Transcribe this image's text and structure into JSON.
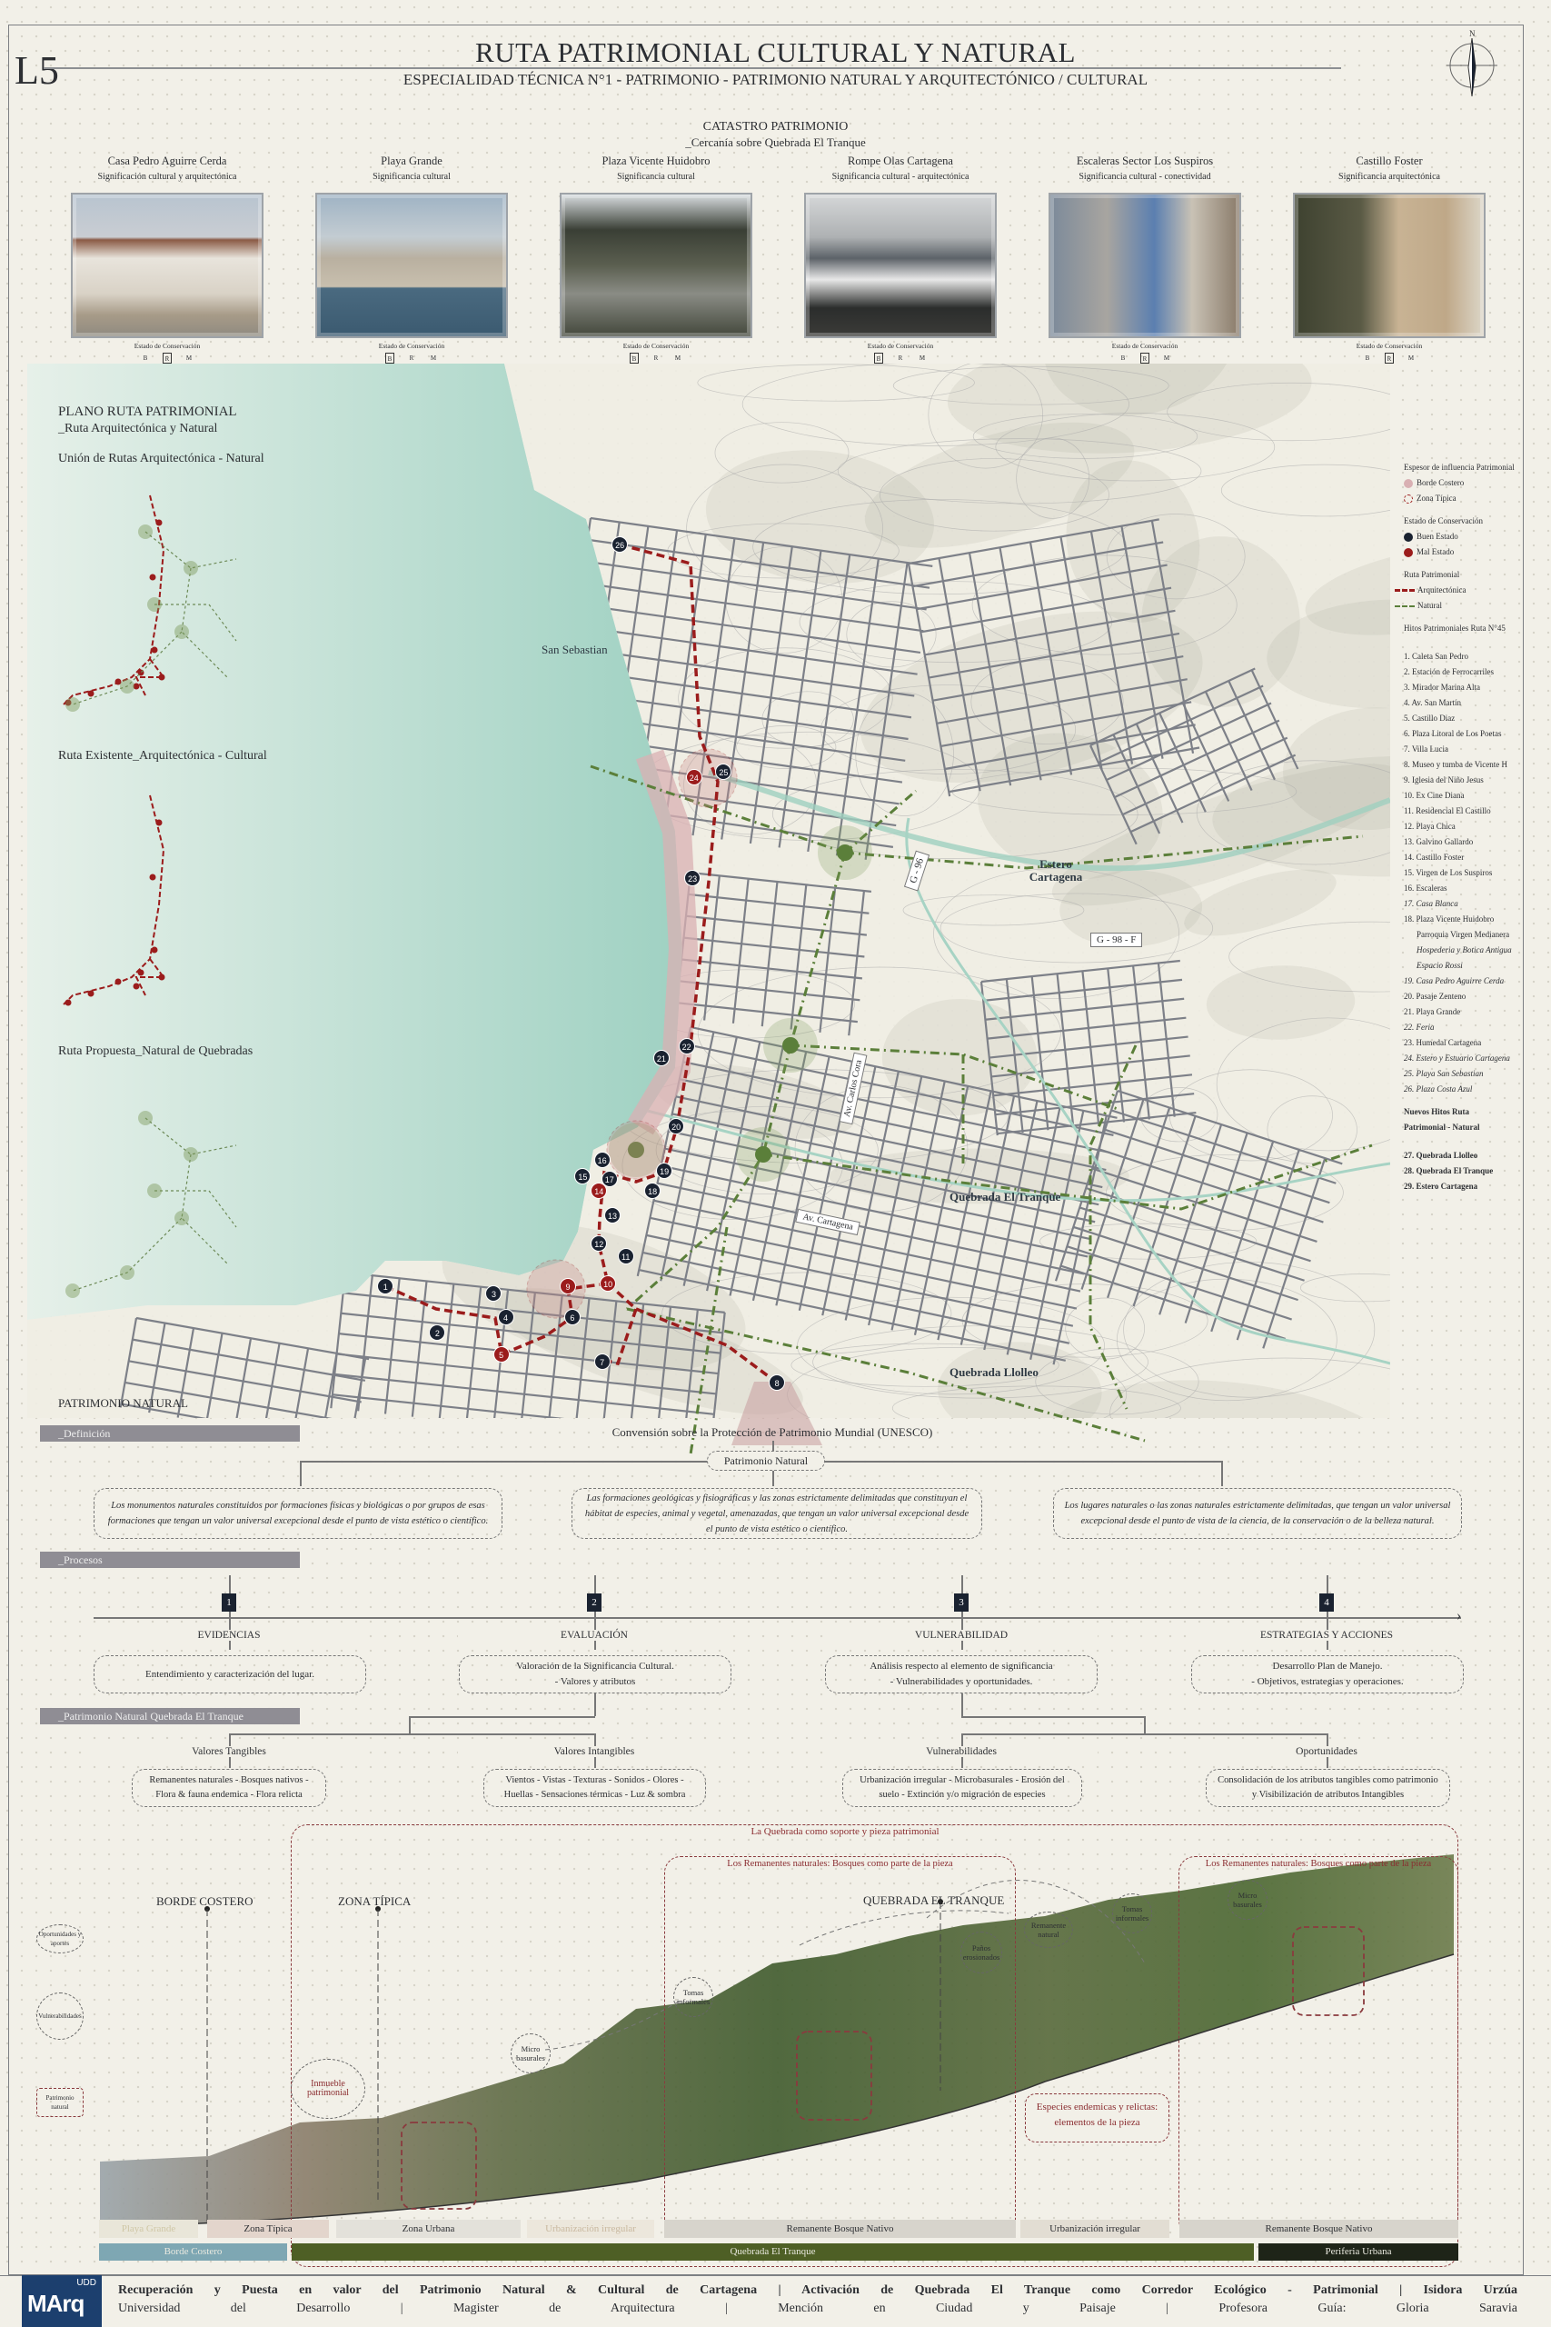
{
  "header": {
    "code": "L5",
    "title": "RUTA PATRIMONIAL CULTURAL Y NATURAL",
    "subtitle": "ESPECIALIDAD TÉCNICA N°1 - PATRIMONIO - PATRIMONIO NATURAL Y ARQUITECTÓNICO / CULTURAL",
    "north": "N"
  },
  "catastro": {
    "title": "CATASTRO PATRIMONIO",
    "subtitle": "_Cercanía sobre Quebrada El Tranque",
    "estado_label": "Estado de Conservación",
    "scale": [
      "B",
      "R",
      "M"
    ],
    "items": [
      {
        "name": "Casa Pedro Aguirre Cerda",
        "sig": "Significación cultural y arquitectónica",
        "estado": "R"
      },
      {
        "name": "Playa Grande",
        "sig": "Significancia cultural",
        "estado": "B"
      },
      {
        "name": "Plaza Vicente Huidobro",
        "sig": "Significancia cultural",
        "estado": "B"
      },
      {
        "name": "Rompe Olas Cartagena",
        "sig": "Significancia cultural - arquitectónica",
        "estado": "B"
      },
      {
        "name": "Escaleras Sector Los Suspiros",
        "sig": "Significancia cultural - conectividad",
        "estado": "R"
      },
      {
        "name": "Castillo Foster",
        "sig": "Significancia arquitectónica",
        "estado": "R"
      }
    ]
  },
  "plano": {
    "title": "PLANO RUTA PATRIMONIAL",
    "subtitle": "_Ruta Arquitectónica y Natural",
    "mini": [
      "Unión de Rutas Arquitectónica - Natural",
      "Ruta Existente_Arquitectónica - Cultural",
      "Ruta Propuesta_Natural de Quebradas"
    ]
  },
  "map": {
    "labels": {
      "san_sebastian": "San Sebastian",
      "estero": "Estero Cartagena",
      "tranque": "Quebrada El Tranque",
      "llolleo": "Quebrada Llolleo"
    },
    "roads": {
      "g96": "G - 96",
      "g98f": "G - 98 - F",
      "cora": "Av. Carlos Cora",
      "cartagena": "Av. Cartagena"
    },
    "markers": [
      {
        "n": "1",
        "state": "buen"
      },
      {
        "n": "2",
        "state": "buen"
      },
      {
        "n": "3",
        "state": "buen"
      },
      {
        "n": "4",
        "state": "buen"
      },
      {
        "n": "5",
        "state": "mal"
      },
      {
        "n": "6",
        "state": "buen"
      },
      {
        "n": "7",
        "state": "buen"
      },
      {
        "n": "8",
        "state": "buen"
      },
      {
        "n": "9",
        "state": "mal"
      },
      {
        "n": "10",
        "state": "mal"
      },
      {
        "n": "11",
        "state": "buen"
      },
      {
        "n": "12",
        "state": "buen"
      },
      {
        "n": "13",
        "state": "buen"
      },
      {
        "n": "14",
        "state": "mal"
      },
      {
        "n": "15",
        "state": "buen"
      },
      {
        "n": "16",
        "state": "buen"
      },
      {
        "n": "17",
        "state": "buen"
      },
      {
        "n": "18",
        "state": "buen"
      },
      {
        "n": "19",
        "state": "buen"
      },
      {
        "n": "20",
        "state": "buen"
      },
      {
        "n": "21",
        "state": "buen"
      },
      {
        "n": "22",
        "state": "buen"
      },
      {
        "n": "23",
        "state": "buen"
      },
      {
        "n": "24",
        "state": "mal"
      },
      {
        "n": "25",
        "state": "buen"
      },
      {
        "n": "26",
        "state": "buen"
      }
    ]
  },
  "legend": {
    "espesor": "Espesor de influencia Patrimonial",
    "borde": "Borde Costero",
    "zona": "Zona Típica",
    "estado": "Estado de Conservación",
    "buen": "Buen Estado",
    "mal": "Mal Estado",
    "ruta": "Ruta Patrimonial",
    "arq": "Arquitectónica",
    "nat": "Natural",
    "hitos_title": "Hitos Patrimoniales Ruta N°45",
    "hitos": [
      {
        "t": "1. Caleta San Pedro"
      },
      {
        "t": "2. Estación de Ferrocarriles"
      },
      {
        "t": "3. Mirador Marina Alta"
      },
      {
        "t": "4. Av. San Martín"
      },
      {
        "t": "5. Castillo Diaz"
      },
      {
        "t": "6. Plaza Litoral de Los Poetas"
      },
      {
        "t": "7. Villa Lucia"
      },
      {
        "t": "8. Museo y tumba de Vicente H"
      },
      {
        "t": "9. Iglesia del Niño Jesus"
      },
      {
        "t": "10. Ex Cine Diana"
      },
      {
        "t": "11. Residencial El Castillo"
      },
      {
        "t": "12. Playa Chica"
      },
      {
        "t": "13. Galvino Gallardo"
      },
      {
        "t": "14. Castillo Foster"
      },
      {
        "t": "15. Virgen de Los Suspiros"
      },
      {
        "t": "16. Escaleras"
      },
      {
        "t": "17. Casa Blanca",
        "i": true
      },
      {
        "t": "18. Plaza Vicente Huidobro"
      },
      {
        "t": "Parroquia Virgen Medianera",
        "sub": true
      },
      {
        "t": "Hospederia y Botica Antigua",
        "sub": true,
        "i": true
      },
      {
        "t": "Espacio Rossi",
        "sub": true,
        "i": true
      },
      {
        "t": "19. Casa Pedro Aguirre Cerda",
        "i": true
      },
      {
        "t": "20. Pasaje Zenteno"
      },
      {
        "t": "21. Playa Grande"
      },
      {
        "t": "22. Feria",
        "i": true
      },
      {
        "t": "23. Humedal Cartagena"
      },
      {
        "t": "24. Estero y Estuario Cartagena",
        "i": true
      },
      {
        "t": "25. Playa San Sebastian",
        "i": true
      },
      {
        "t": "26. Plaza Costa Azul",
        "i": true
      }
    ],
    "nuevos_title": "Nuevos Hitos Ruta Patrimonial - Natural",
    "nuevos": [
      "27. Quebrada Llolleo",
      "28. Quebrada El Tranque",
      "29. Estero Cartagena"
    ]
  },
  "colors": {
    "buen": "#1a2230",
    "mal": "#9b1c1c",
    "borde": "#d9b0b3",
    "arq": "#9b1c1c",
    "nat": "#5b7f3a"
  },
  "patrimonio": {
    "title": "PATRIMONIO NATURAL",
    "definicion": "_Definición",
    "convencion": "Convensión sobre la Protección de Patrimonio Mundial (UNESCO)",
    "center": "Patrimonio Natural",
    "defs": [
      "Los monumentos naturales constituidos por formaciones físicas y biológicas o por grupos de esas formaciones que tengan un valor universal excepcional desde el punto de vista estético o científico.",
      "Las formaciones geológicas y fisiográficas y las zonas estrictamente delimitadas que constituyan el hábitat de especies, animal y vegetal, amenazadas, que tengan un valor universal excepcional desde el punto de vista estético o científico.",
      "Los lugares naturales o las zonas naturales estrictamente delimitadas, que tengan un valor universal excepcional desde el punto de vista de la ciencia, de la conservación o de la belleza natural."
    ]
  },
  "procesos": {
    "label": "_Procesos",
    "steps": [
      {
        "n": "1",
        "title": "EVIDENCIAS",
        "l1": "Entendimiento y caracterización del lugar.",
        "l2": ""
      },
      {
        "n": "2",
        "title": "EVALUACIÓN",
        "l1": "Valoración de la Significancia Cultural.",
        "l2": "- Valores y atributos"
      },
      {
        "n": "3",
        "title": "VULNERABILIDAD",
        "l1": "Análisis respecto al elemento de significancia",
        "l2": "- Vulnerabilidades y oportunidades."
      },
      {
        "n": "4",
        "title": "ESTRATEGIAS Y ACCIONES",
        "l1": "Desarrollo Plan de Manejo.",
        "l2": "- Objetivos, estrategias y operaciones."
      }
    ]
  },
  "quebrada": {
    "label": "_Patrimonio Natural Quebrada El Tranque",
    "items": [
      {
        "title": "Valores Tangibles",
        "text": "Remanentes naturales - Bosques nativos - Flora & fauna endemica - Flora relicta"
      },
      {
        "title": "Valores Intangibles",
        "text": "Vientos - Vistas - Texturas - Sonidos - Olores - Huellas - Sensaciones térmicas - Luz & sombra"
      },
      {
        "title": "Vulnerabilidades",
        "text": "Urbanización irregular - Microbasurales - Erosión del suelo - Extinción y/o migración de especies"
      },
      {
        "title": "Oportunidades",
        "text": "Consolidación de los atributos tangibles como patrimonio y Visibilización de atributos Intangibles"
      }
    ]
  },
  "section": {
    "soporte": "La Quebrada como soporte y pieza patrimonial",
    "remanentes": "Los Remanentes naturales: Bosques como parte de la pieza",
    "borde": "BORDE COSTERO",
    "zona": "ZONA TÍPICA",
    "quebrada": "QUEBRADA EL TRANQUE",
    "side": [
      "Oportunidades y aportes",
      "Vulnerabilidades",
      "Patrimonio natural"
    ],
    "bubbles": {
      "inmueble": "Inmueble patrimonial",
      "micro": "Micro basurales",
      "tomas": "Tomas informales",
      "panos": "Paños erosionados",
      "remanente": "Remanente natural"
    },
    "especies1": "Especies endemicas y relictas:",
    "especies2": "elementos de la pieza",
    "zones": [
      "Playa Grande",
      "Zona Típica",
      "Zona Urbana",
      "Urbanización irregular",
      "Remanente Bosque Nativo",
      "Urbanización irregular",
      "Remanente Bosque Nativo"
    ],
    "bars": [
      "Borde Costero",
      "Quebrada El Tranque",
      "Periferia Urbana"
    ]
  },
  "footer": {
    "logo": "MArq",
    "logo_top": "UDD",
    "line1": "Recuperación y Puesta en valor del Patrimonio Natural & Cultural de Cartagena | Activación de Quebrada El Tranque como Corredor Ecológico - Patrimonial | Isidora Urzúa",
    "line2": "Universidad del Desarrollo | Magister de Arquitectura | Mención en Ciudad y Paisaje | Profesora Guía: Gloria Saravia"
  }
}
